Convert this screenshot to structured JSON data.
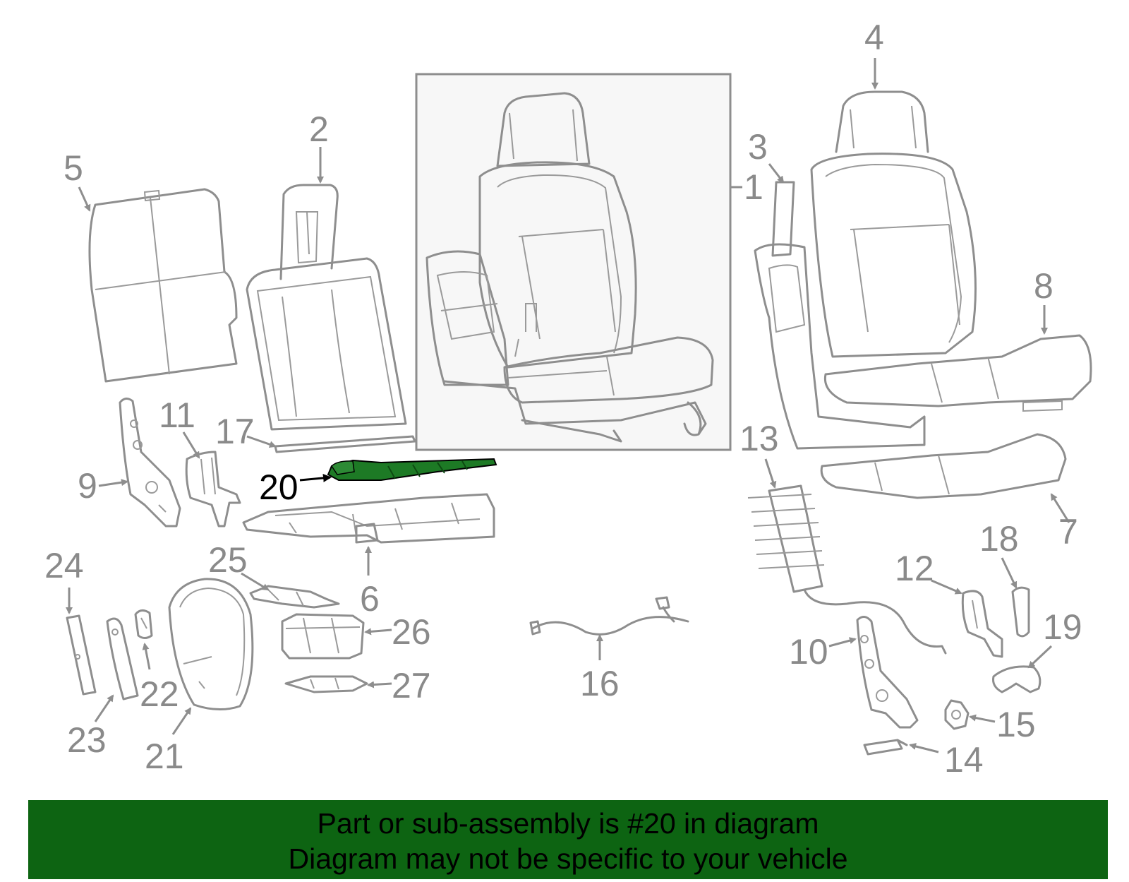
{
  "colors": {
    "part_stroke": "#8e8e8e",
    "highlight_fill": "#1d7a25",
    "banner_bg": "#0d6412",
    "banner_text": "#000000",
    "inset_bg": "#f7f7f7"
  },
  "callouts": {
    "c1": "1",
    "c2": "2",
    "c3": "3",
    "c4": "4",
    "c5": "5",
    "c6": "6",
    "c7": "7",
    "c8": "8",
    "c9": "9",
    "c10": "10",
    "c11": "11",
    "c12": "12",
    "c13": "13",
    "c14": "14",
    "c15": "15",
    "c16": "16",
    "c17": "17",
    "c18": "18",
    "c19": "19",
    "c20": "20",
    "c21": "21",
    "c22": "22",
    "c23": "23",
    "c24": "24",
    "c25": "25",
    "c26": "26",
    "c27": "27"
  },
  "highlighted_part": "20",
  "banner": {
    "line1": "Part or sub-assembly is #20 in diagram",
    "line2": "Diagram may not be specific to your vehicle"
  }
}
